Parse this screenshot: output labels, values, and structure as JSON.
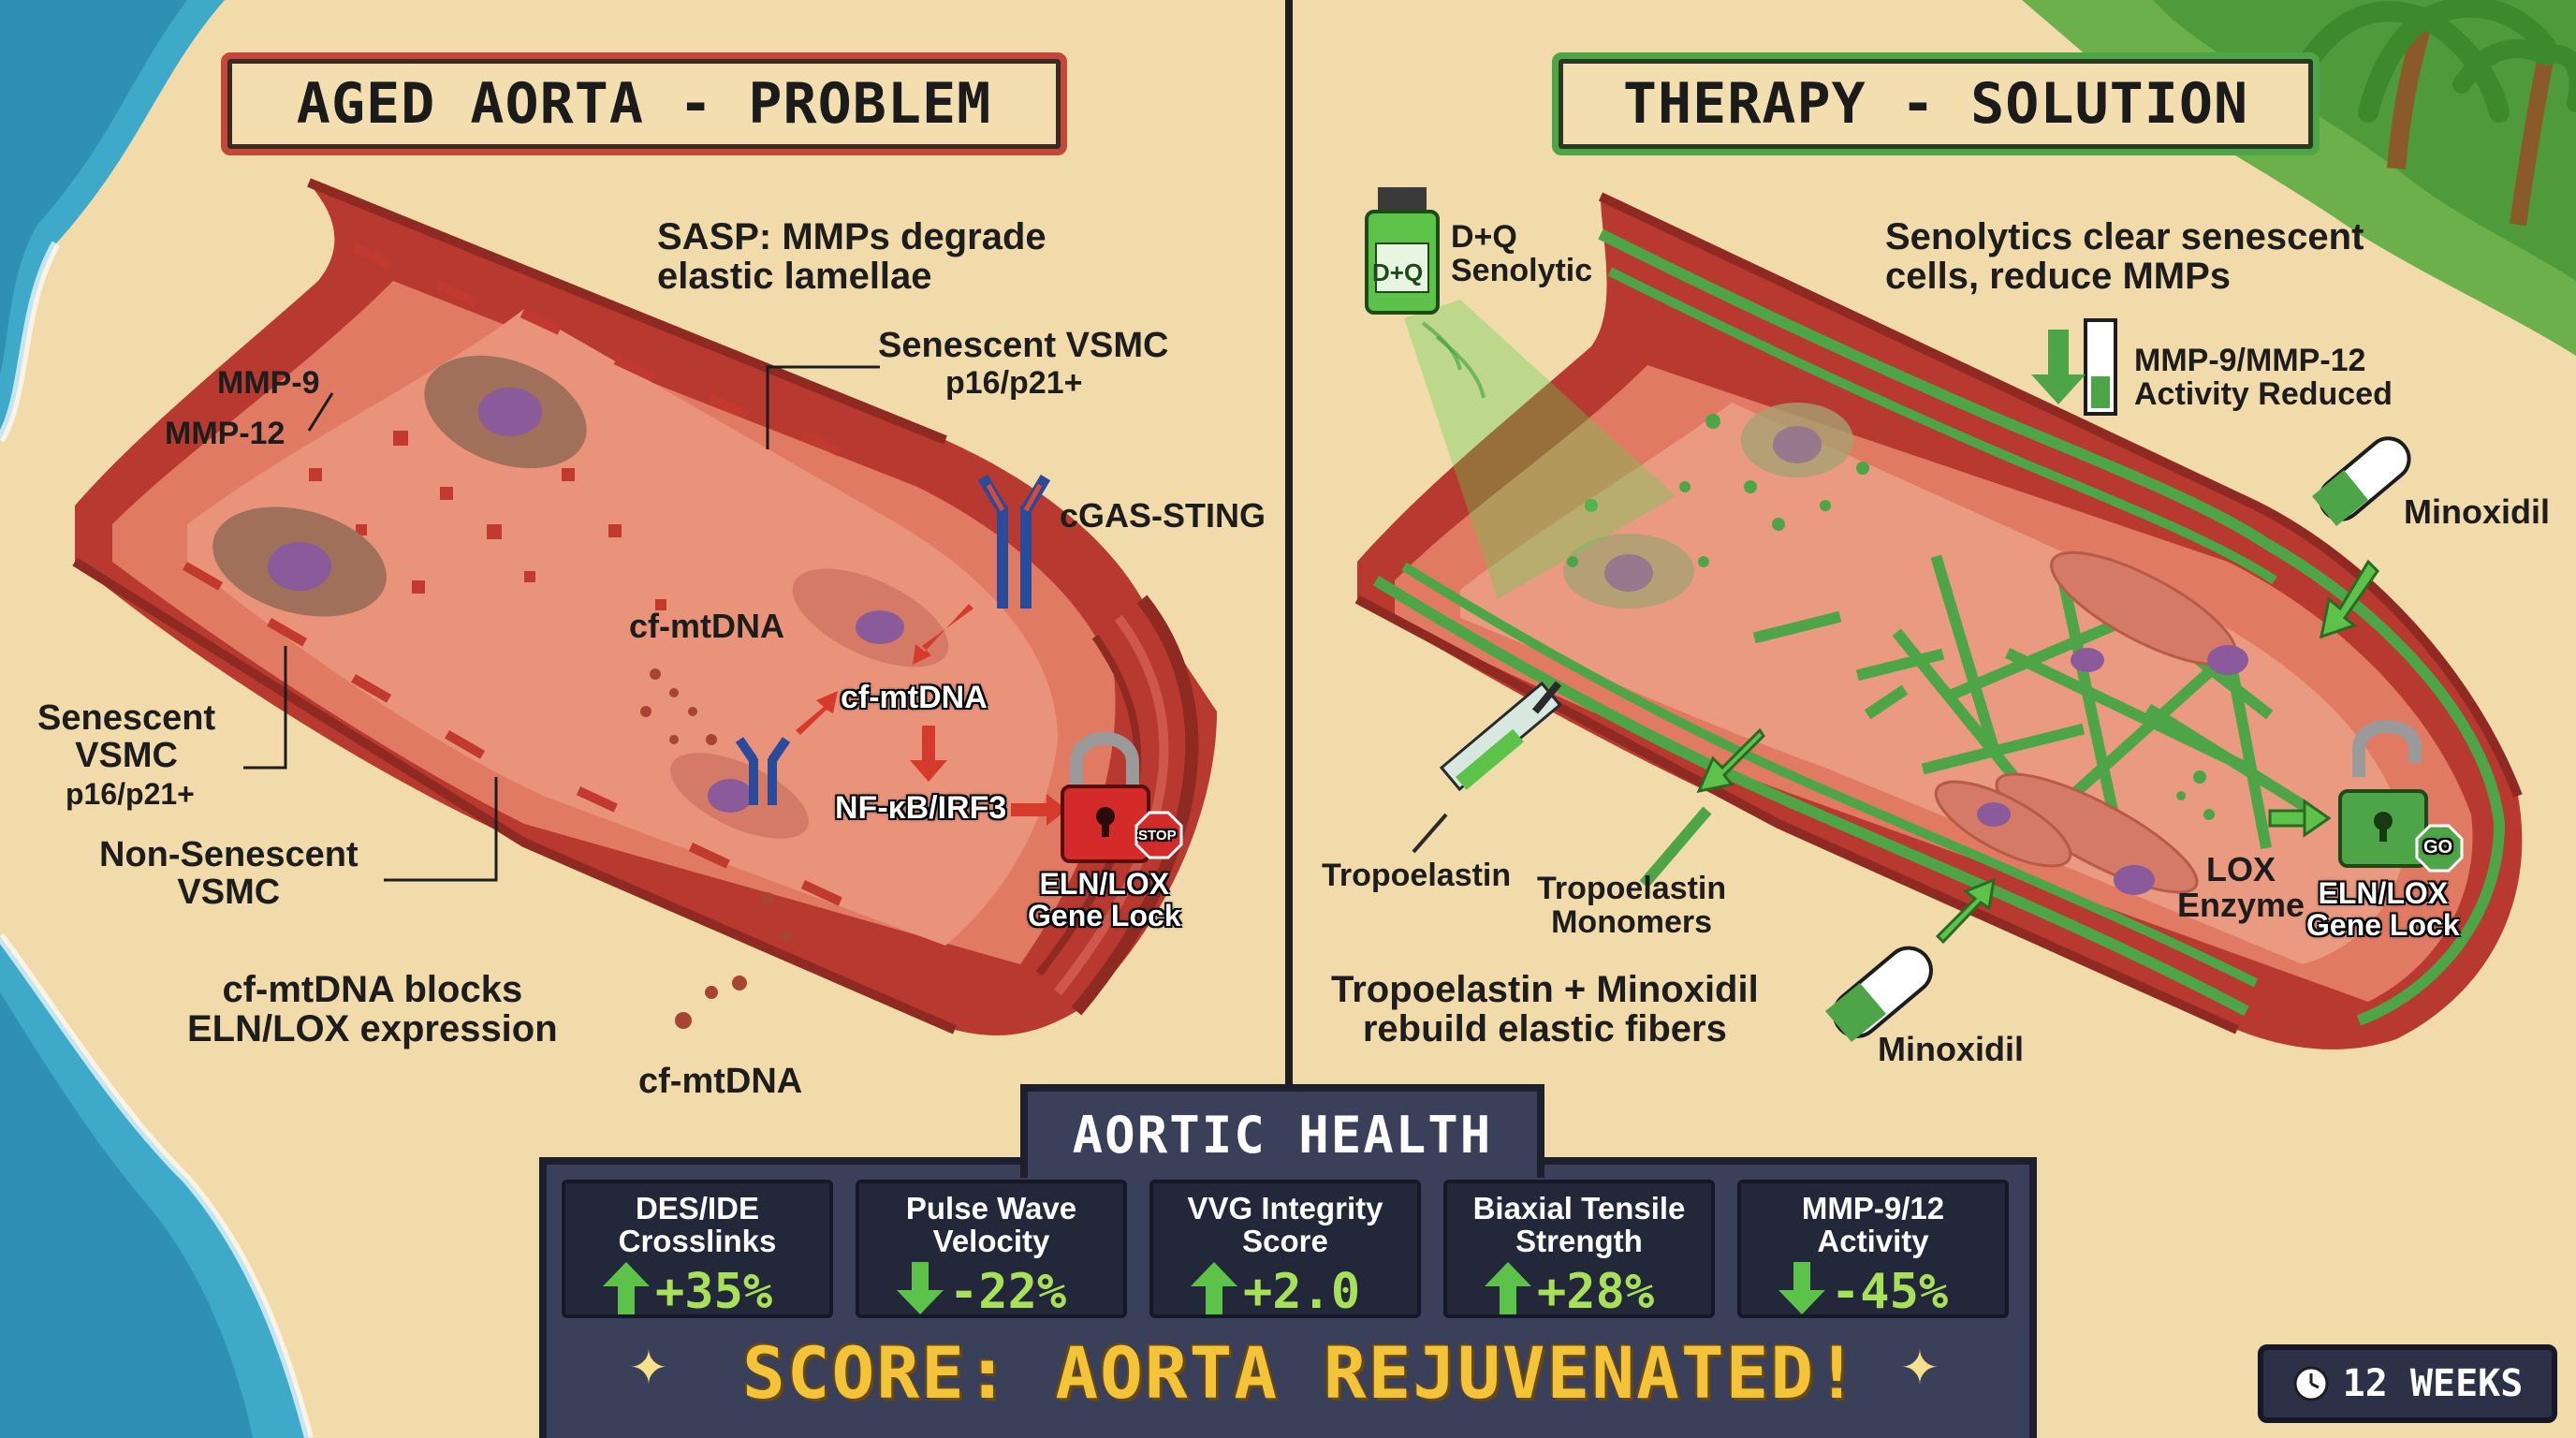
{
  "titles": {
    "left": "AGED AORTA - PROBLEM",
    "right": "THERAPY - SOLUTION"
  },
  "left_labels": {
    "sasp": "SASP: MMPs degrade\nelastic lamellae",
    "mmp9": "MMP-9",
    "mmp12": "MMP-12",
    "senescent_vsmc_top": "Senescent VSMC",
    "senescent_vsmc_top_markers": "p16/p21+",
    "cgas_sting": "cGAS-STING",
    "cf_mtdna_1": "cf-mtDNA",
    "cf_mtdna_2": "cf-mtDNA",
    "nfkb": "NF-κB/IRF3",
    "stop": "STOP",
    "gene_lock": "ELN/LOX\nGene Lock",
    "senescent_vsmc_left": "Senescent\nVSMC",
    "senescent_vsmc_left_markers": "p16/p21+",
    "non_senescent": "Non-Senescent\nVSMC",
    "cf_mtdna_blocks": "cf-mtDNA blocks\nELN/LOX expression",
    "cf_mtdna_bottom": "cf-mtDNA"
  },
  "right_labels": {
    "vial": "D+Q",
    "dq_senolytic": "D+Q\nSenolytic",
    "senolytics": "Senolytics clear senescent\ncells, reduce MMPs",
    "mmp_reduced": "MMP-9/MMP-12\nActivity Reduced",
    "minoxidil_top": "Minoxidil",
    "tropoelastin": "Tropoelastin",
    "tropoelastin_monomers": "Tropoelastin\nMonomers",
    "lox_enzyme": "LOX\nEnzyme",
    "gene_lock": "ELN/LOX\nGene Lock",
    "go": "GO",
    "rebuild": "Tropoelastin + Minoxidil\nrebuild elastic fibers",
    "minoxidil_bottom": "Minoxidil"
  },
  "panel": {
    "title": "AORTIC HEALTH",
    "stats": [
      {
        "label": "DES/IDE\nCrosslinks",
        "value": "+35%",
        "direction": "up"
      },
      {
        "label": "Pulse Wave\nVelocity",
        "value": "-22%",
        "direction": "down"
      },
      {
        "label": "VVG Integrity\nScore",
        "value": "+2.0",
        "direction": "up"
      },
      {
        "label": "Biaxial Tensile\nStrength",
        "value": "+28%",
        "direction": "up"
      },
      {
        "label": "MMP-9/12\nActivity",
        "value": "-45%",
        "direction": "down"
      }
    ],
    "score": "SCORE: AORTA REJUVENATED!",
    "weeks": "12 WEEKS"
  },
  "colors": {
    "sand": "#f1dbab",
    "ocean": "#3fa9c9",
    "vessel_red": "#c4473c",
    "vessel_inner": "#e58a72",
    "elastin_green": "#4ea548",
    "panel_bg": "#3a3f5a",
    "score_gold": "#f3c43a",
    "arrow_green": "#5dc24a"
  }
}
